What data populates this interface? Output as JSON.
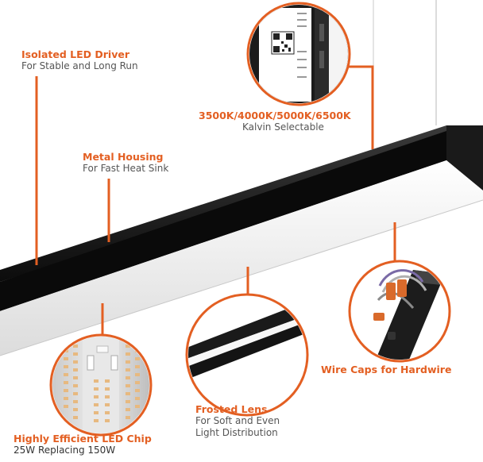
{
  "accent_color": "#e35f22",
  "features": {
    "driver": {
      "title": "Isolated LED Driver",
      "subtitle": "For Stable and Long Run"
    },
    "kelvin": {
      "title": "3500K/4000K/5000K/6500K",
      "subtitle": "Kalvin Selectable"
    },
    "housing": {
      "title": "Metal Housing",
      "subtitle": "For Fast Heat Sink"
    },
    "wirecaps": {
      "title": "Wire Caps for Hardwire"
    },
    "chip": {
      "title": "Highly Efficient LED Chip",
      "subtitle": "25W Replacing 150W"
    },
    "lens": {
      "title": "Frosted Lens",
      "subtitle_line1": "For Soft and Even",
      "subtitle_line2": "Light Distribution"
    }
  },
  "icons": [
    "qr-code-icon",
    "led-chip-icon",
    "wire-connector-icon"
  ]
}
